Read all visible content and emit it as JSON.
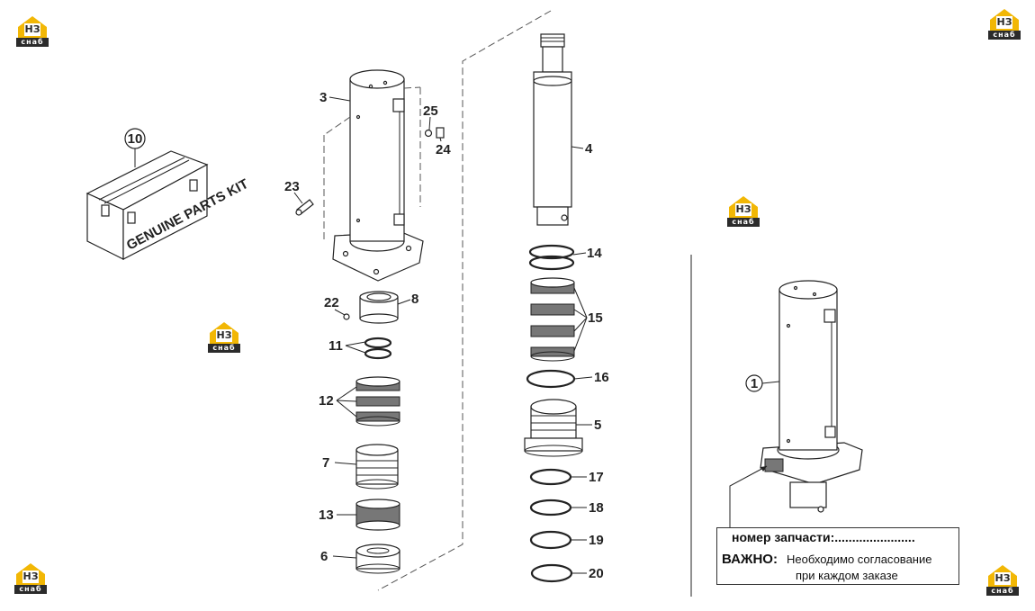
{
  "brand": {
    "monogram": "НЗ",
    "subtitle": "снаб",
    "color": "#f2b705"
  },
  "kit_label": "GENUINE PARTS KIT",
  "callouts": {
    "c1": "1",
    "c3": "3",
    "c4": "4",
    "c5": "5",
    "c6": "6",
    "c7": "7",
    "c8": "8",
    "c10": "10",
    "c11": "11",
    "c12": "12",
    "c13": "13",
    "c14": "14",
    "c15": "15",
    "c16": "16",
    "c17": "17",
    "c18": "18",
    "c19": "19",
    "c20": "20",
    "c22": "22",
    "c23": "23",
    "c24": "24",
    "c25": "25"
  },
  "note": {
    "part_number_label": "номер запчасти:.......................",
    "important_label": "ВАЖНО:",
    "line1": "Необходимо согласование",
    "line2": "при каждом заказе"
  }
}
